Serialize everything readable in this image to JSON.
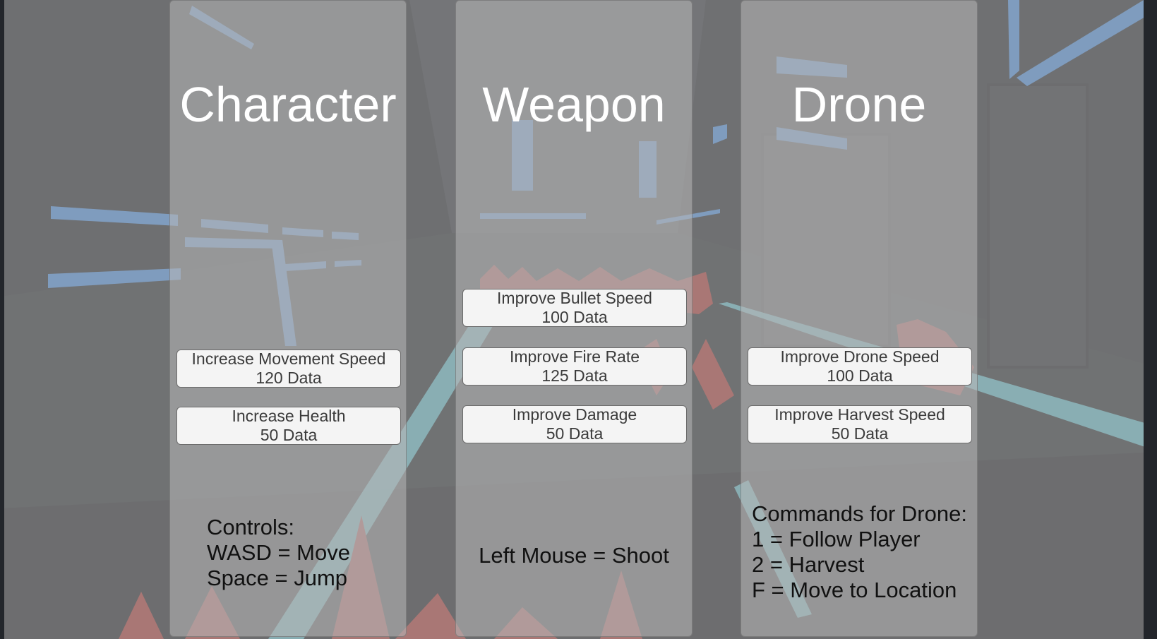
{
  "panels": [
    {
      "title": "Character",
      "buttons": [
        {
          "label": "Increase Movement Speed",
          "cost": "120 Data"
        },
        {
          "label": "Increase Health",
          "cost": "50 Data"
        }
      ],
      "help": [
        "Controls:",
        "WASD = Move",
        "Space = Jump"
      ]
    },
    {
      "title": "Weapon",
      "buttons": [
        {
          "label": "Improve Bullet Speed",
          "cost": "100 Data"
        },
        {
          "label": "Improve Fire Rate",
          "cost": "125 Data"
        },
        {
          "label": "Improve Damage",
          "cost": "50 Data"
        }
      ],
      "help": [
        "Left Mouse = Shoot"
      ]
    },
    {
      "title": "Drone",
      "buttons": [
        {
          "label": "Improve Drone Speed",
          "cost": "100 Data"
        },
        {
          "label": "Improve Harvest Speed",
          "cost": "50 Data"
        }
      ],
      "help": [
        "Commands for Drone:",
        "1 = Follow Player",
        "2 = Harvest",
        "F = Move to Location"
      ]
    }
  ],
  "colors": {
    "neon_blue": "#5aa6ff",
    "neon_cyan": "#7ff1ff",
    "crystal_red": "#c9463f",
    "panel_title": "#ffffff",
    "button_bg": "#f4f4f4"
  }
}
